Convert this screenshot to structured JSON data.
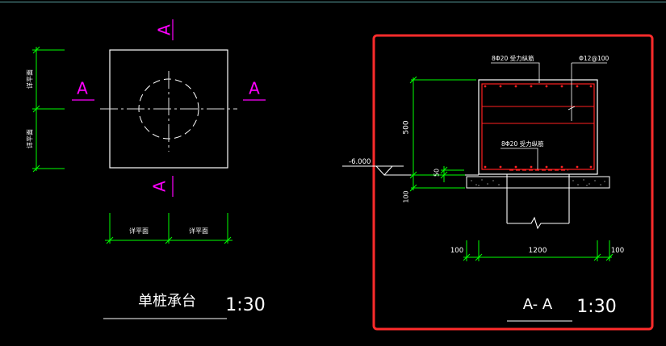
{
  "colors": {
    "background": "#000000",
    "outline": "#ffffff",
    "dimension": "#00ff00",
    "section_mark": "#ff00ff",
    "rebar": "#ff2020",
    "highlight_box": "#ff2b2b",
    "axis": "#e0e0e0",
    "hatch": "#d8d8d8"
  },
  "left_view": {
    "section_label": "A",
    "dim_vertical": [
      "详平面",
      "详平面"
    ],
    "dim_horizontal": [
      "详平面",
      "详平面"
    ],
    "title": "单桩承台",
    "scale": "1:30"
  },
  "section_view": {
    "title": "A- A",
    "scale": "1:30",
    "rebar_top": "8Φ20  受力纵筋",
    "rebar_stirrup": "Φ12@100",
    "rebar_bottom": "8Φ20  受力纵筋",
    "elevation": "-6.000",
    "dim_height": "500",
    "dim_cover": "50",
    "dim_pad": "100",
    "dim_width": "1200",
    "dim_left": "100",
    "dim_right": "100"
  }
}
